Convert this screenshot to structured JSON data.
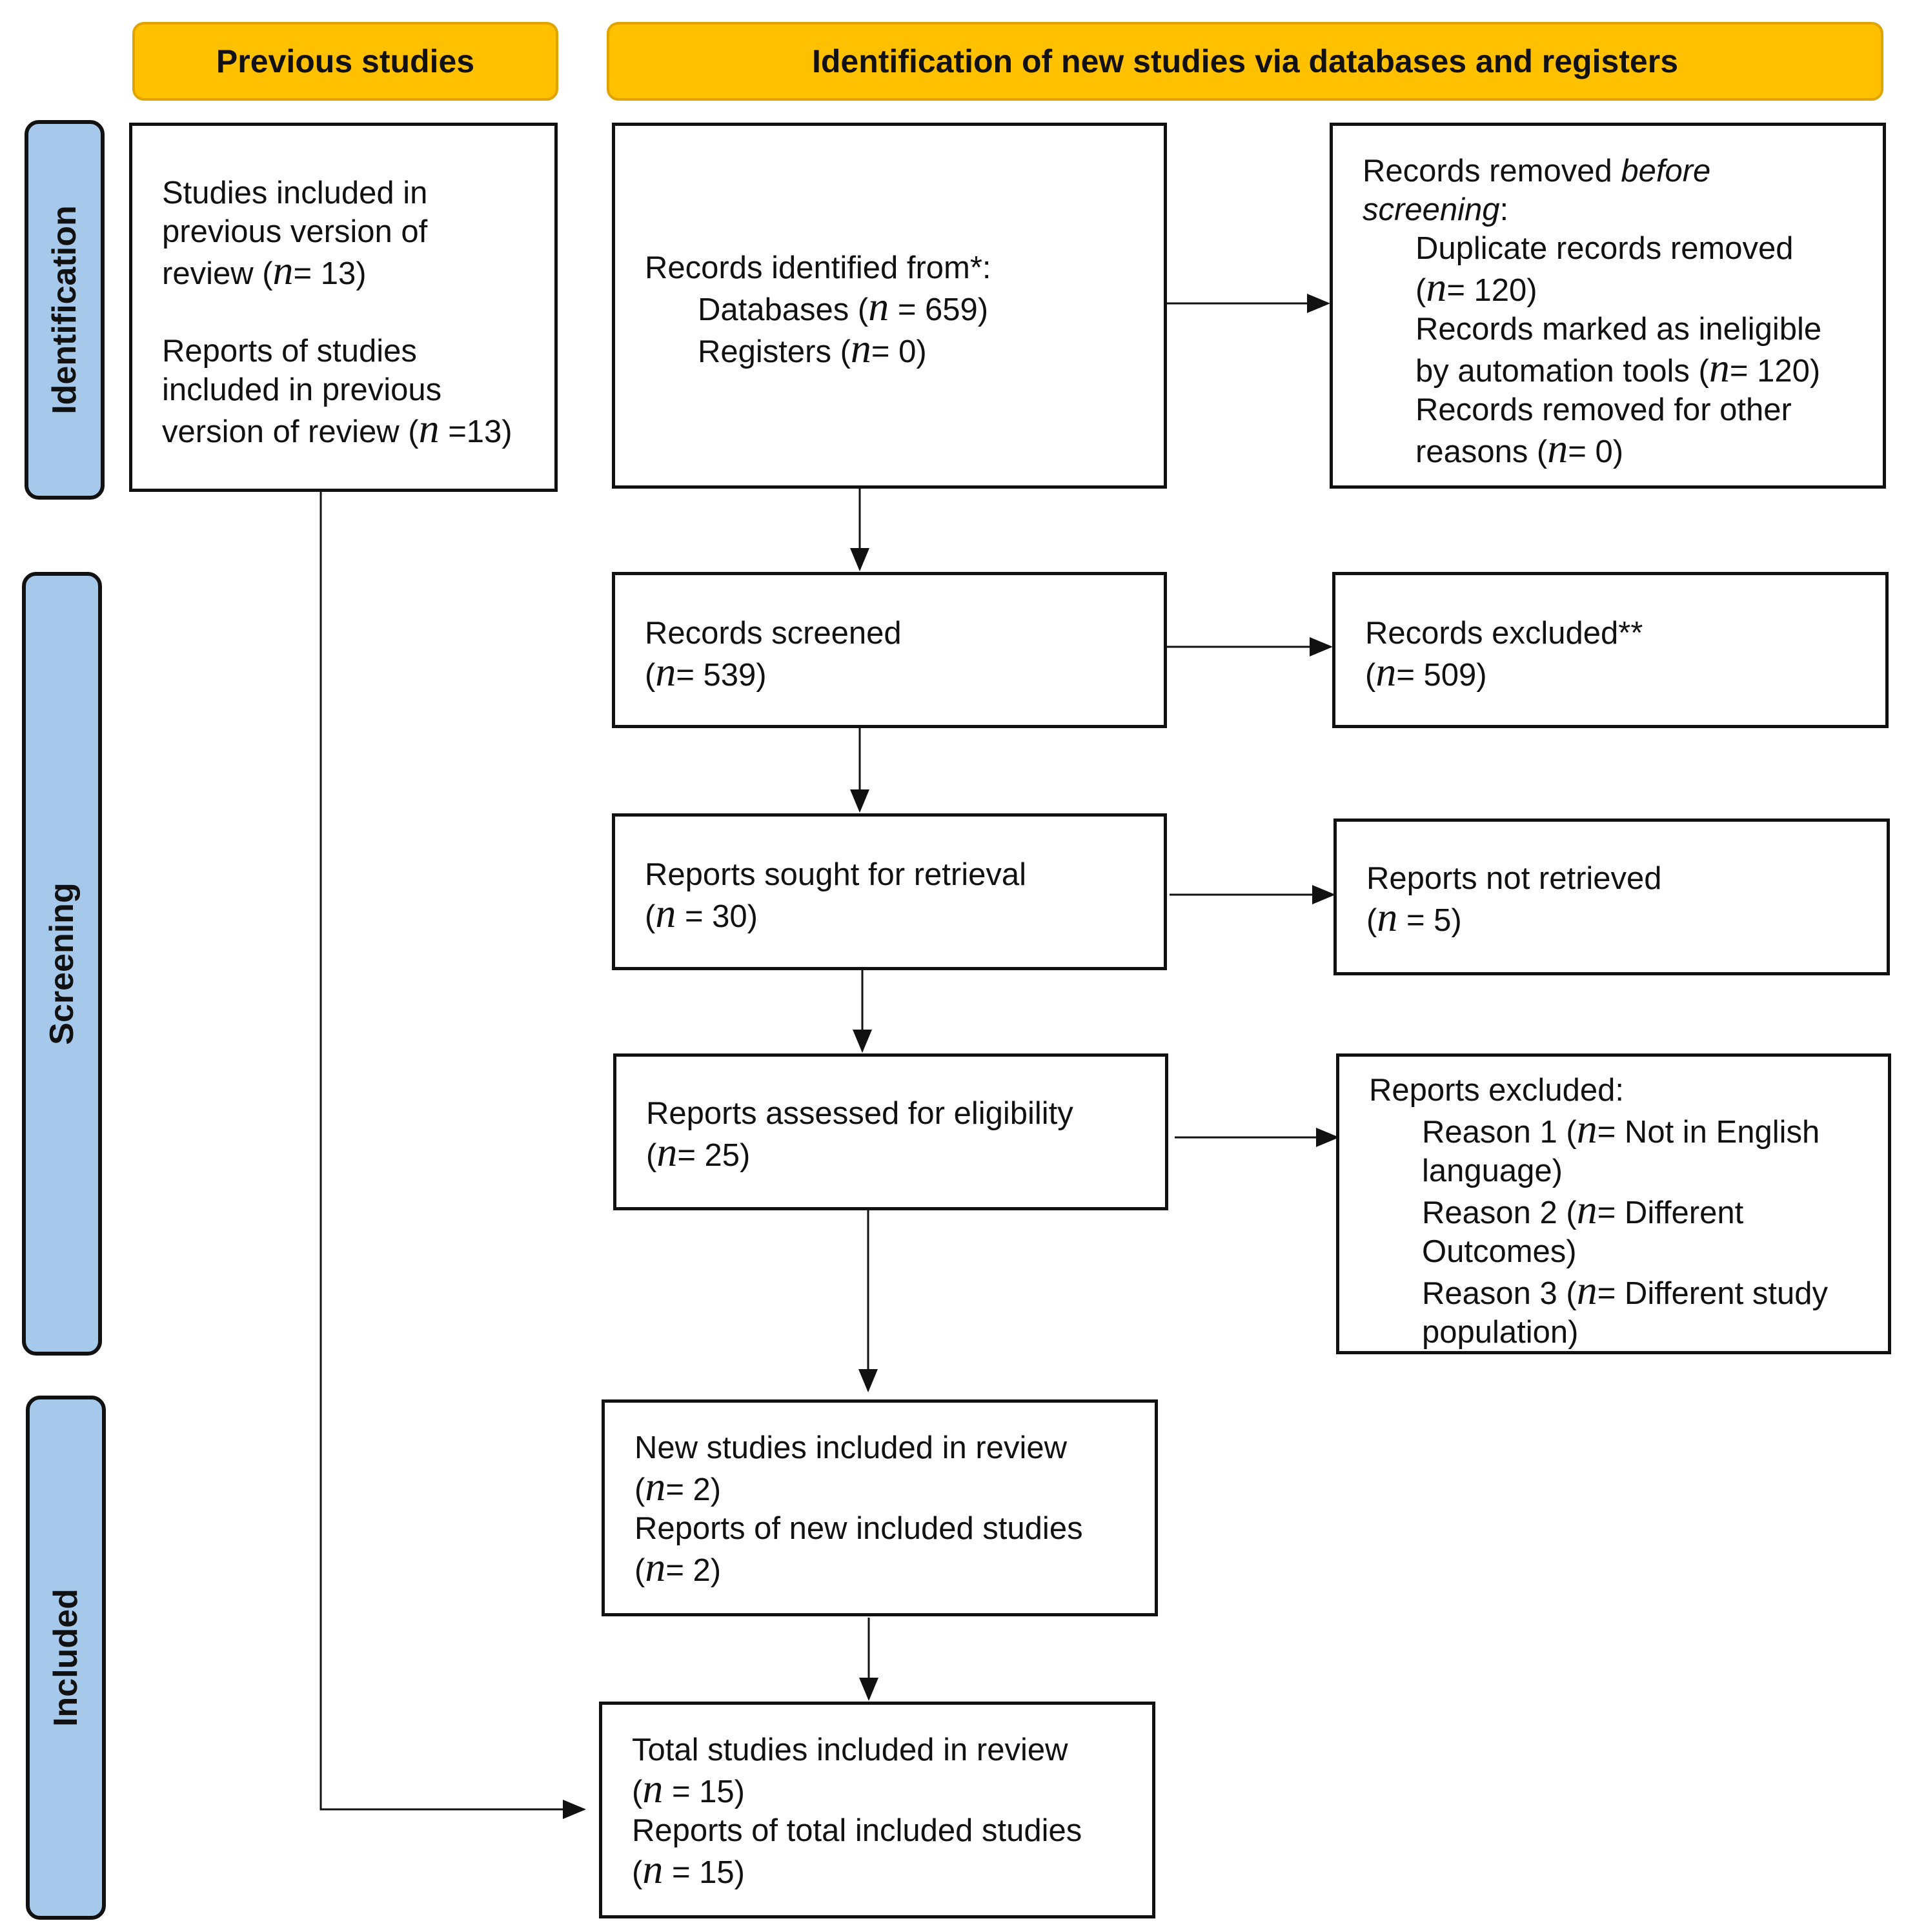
{
  "headers": {
    "previous": "Previous studies",
    "identification": "Identification of new studies via databases and registers"
  },
  "phases": {
    "identification": "Identification",
    "screening": "Screening",
    "included": "Included"
  },
  "previous_box": {
    "l1": "Studies included in",
    "l2": "previous version of",
    "l3_pre": "review (",
    "l3_post": "= 13)",
    "l4": "Reports of studies",
    "l5": "included in previous",
    "l6_pre": "version of review (",
    "l6_post": " =13)"
  },
  "identified": {
    "title": "Records identified from*:",
    "databases_pre": "Databases (",
    "databases_post": " = 659)",
    "registers_pre": "Registers (",
    "registers_post": "= 0)"
  },
  "removed": {
    "title_pre": "Records removed ",
    "title_em1": "before",
    "title_em2": "screening",
    "title_post": ":",
    "dup": "Duplicate records removed",
    "dup_post": "= 120)",
    "inel1": "Records marked as ineligible",
    "inel2_pre": "by automation tools (",
    "inel2_post": "= 120)",
    "other1": "Records removed for other",
    "other2_pre": "reasons (",
    "other2_post": "= 0)"
  },
  "screened": {
    "title": "Records screened",
    "count_post": "= 539)"
  },
  "excluded": {
    "title": "Records excluded**",
    "count_post": "= 509)"
  },
  "sought": {
    "title": "Reports sought for retrieval",
    "count_post": " = 30)"
  },
  "not_retrieved": {
    "title": "Reports not retrieved",
    "count_post": " = 5)"
  },
  "assessed": {
    "title": "Reports assessed for eligibility",
    "count_post": "= 25)"
  },
  "reports_excluded": {
    "title": "Reports excluded:",
    "r1_pre": "Reason 1 (",
    "r1_post": "= Not in English",
    "r1_l2": "language)",
    "r2_pre": "Reason 2 (",
    "r2_post": "= Different",
    "r2_l2": "Outcomes)",
    "r3_pre": "Reason 3 (",
    "r3_post": "= Different study",
    "r3_l2": "population)"
  },
  "new_included": {
    "l1": "New studies included in review",
    "l2_post": "= 2)",
    "l3": "Reports of new included studies",
    "l4_post": "= 2)"
  },
  "total": {
    "l1": "Total studies included in review",
    "l2_post": " = 15)",
    "l3": "Reports of total included studies",
    "l4_post": " = 15)"
  },
  "n_symbol": "n",
  "open_paren": "("
}
